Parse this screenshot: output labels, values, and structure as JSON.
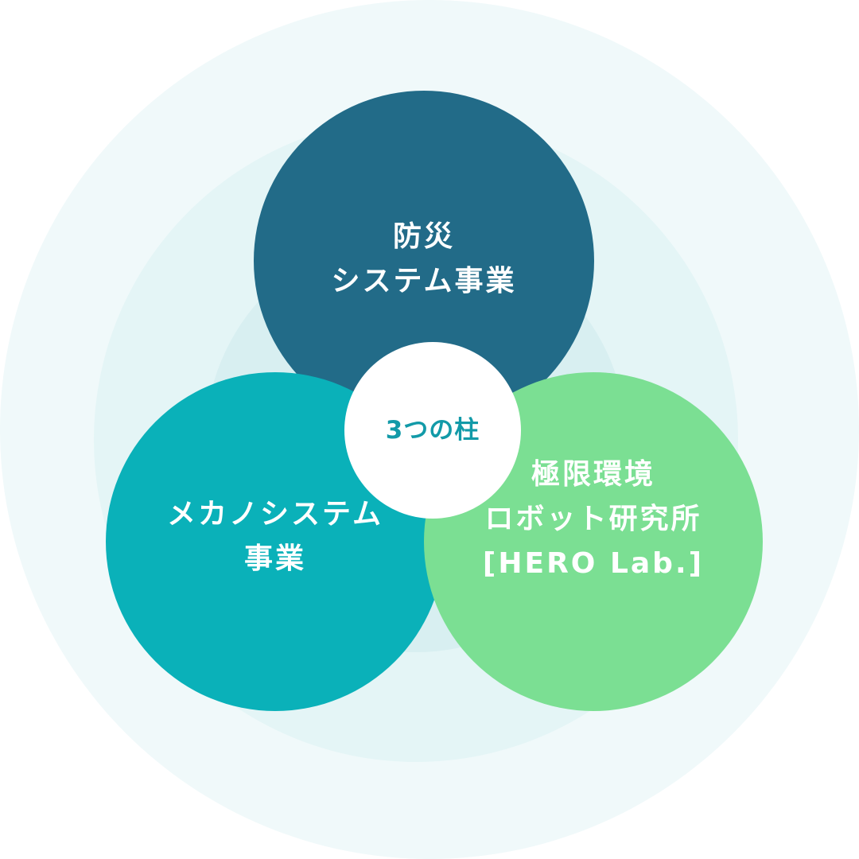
{
  "diagram": {
    "center_label": "3つの柱",
    "pillars": [
      {
        "lines": [
          "防災",
          "システム事業"
        ],
        "color": "#226b88"
      },
      {
        "lines": [
          "メカノシステム",
          "事業"
        ],
        "color": "#0ab1b9"
      },
      {
        "lines": [
          "極限環境",
          "ロボット研究所",
          "[HERO Lab.]"
        ],
        "color": "#7bdf93"
      }
    ],
    "background_colors": [
      "#f0f9fa",
      "#e4f5f6",
      "#d8eff1"
    ],
    "center_text_color": "#129aa8"
  }
}
